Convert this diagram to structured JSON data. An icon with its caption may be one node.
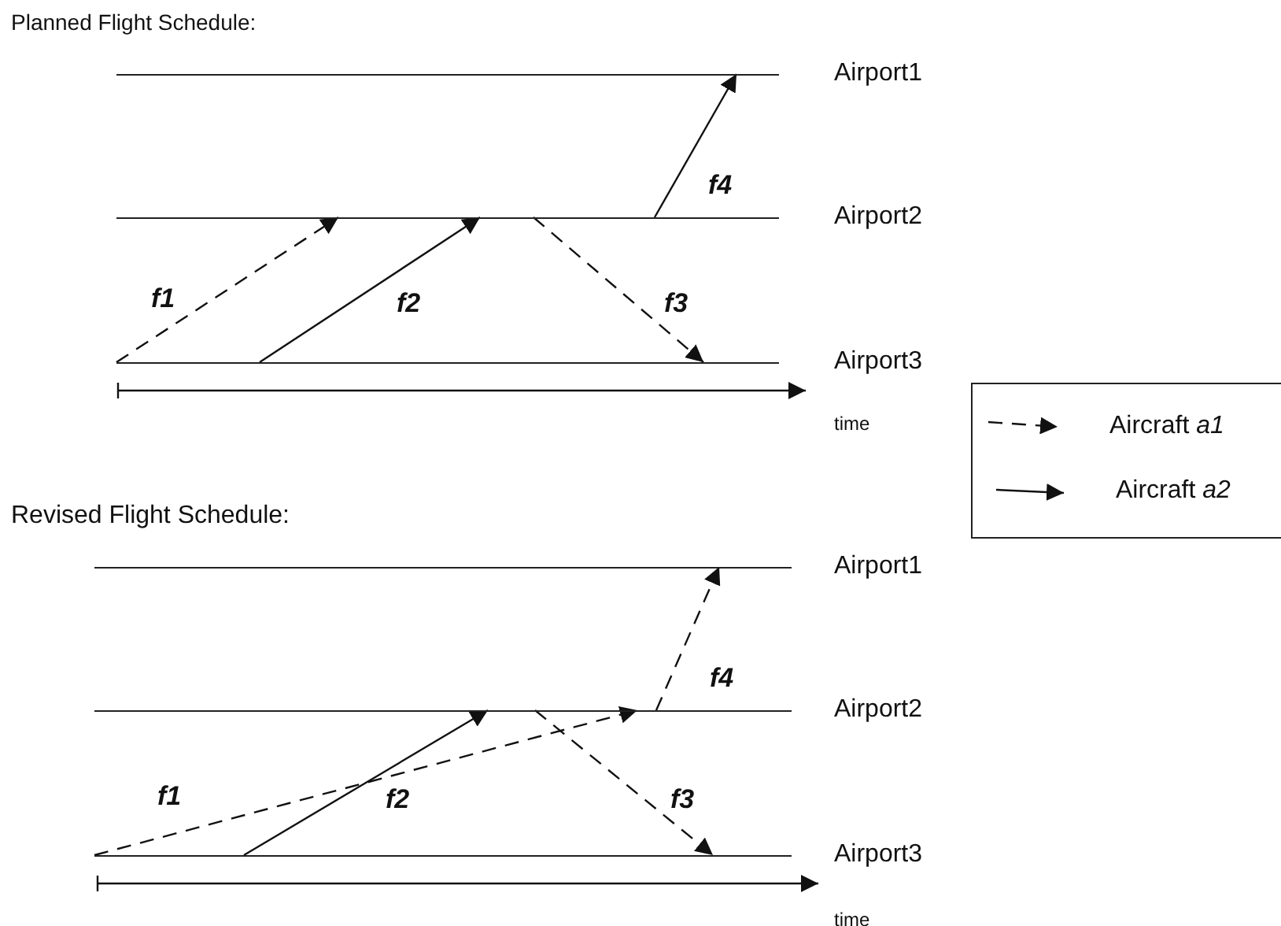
{
  "diagram": {
    "nodes": [
      {
        "text": [
          "Airport1"
        ]
      },
      {
        "text": [
          "Airport2"
        ]
      },
      {
        "text": [
          "Airport3"
        ]
      },
      {
        "text": [
          "Airport1"
        ]
      },
      {
        "text": [
          "Airport2"
        ]
      },
      {
        "text": [
          "Airport3"
        ]
      }
    ],
    "edges": [
      {
        "from": 2,
        "to": 1,
        "arrow": "to",
        "style": "dashed",
        "label": "f1"
      },
      {
        "from": 2,
        "to": 1,
        "arrow": "to",
        "label": "f2"
      },
      {
        "from": 1,
        "to": 2,
        "arrow": "to",
        "style": "dashed",
        "label": "f3"
      },
      {
        "from": 1,
        "to": 0,
        "arrow": "to",
        "label": "f4"
      },
      {
        "from": 5,
        "to": 4,
        "arrow": "to",
        "style": "dashed",
        "label": "f1"
      },
      {
        "from": 5,
        "to": 4,
        "arrow": "to",
        "label": "f2"
      },
      {
        "from": 4,
        "to": 5,
        "arrow": "to",
        "style": "dashed",
        "label": "f3"
      },
      {
        "from": 4,
        "to": 3,
        "arrow": "to",
        "style": "dashed",
        "label": "f4"
      }
    ],
    "labels": [
      "Planned Flight Schedule:",
      "time",
      "Revised Flight Schedule:",
      "time"
    ],
    "legend": [
      {
        "text": "Aircraft *a1*"
      },
      {
        "text": "Aircraft *a2*"
      }
    ]
  }
}
